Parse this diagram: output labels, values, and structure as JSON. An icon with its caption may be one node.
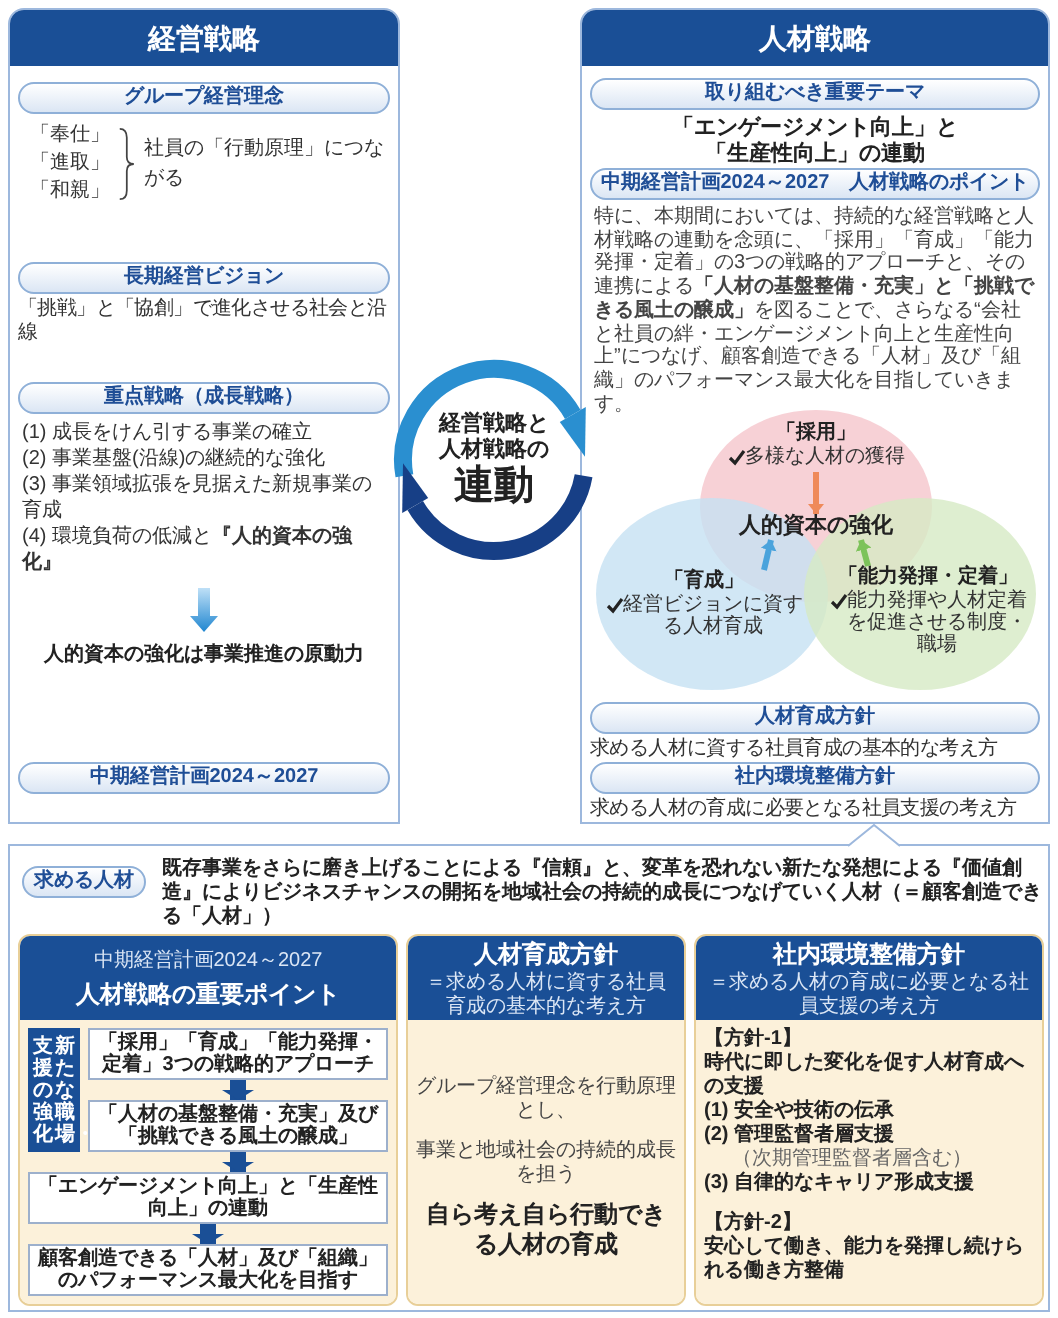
{
  "diagram": {
    "nodes": [
      {
        "text": [
          "経営戦略"
        ]
      },
      {
        "text": [
          "グループ経営理念"
        ],
        "in": 0,
        "beside": [
          "「奉仕」",
          "「進取」",
          "「和親」",
          "社員の「行動原理」につながる"
        ]
      },
      {
        "text": [
          "長期経営ビジョン"
        ],
        "in": 0,
        "beside": [
          "「挑戦」と「協創」で進化させる社会と沿線"
        ]
      },
      {
        "text": [
          "重点戦略（成長戦略）"
        ],
        "in": 0,
        "beside": [
          "(1) 成長をけん引する事業の確立",
          "(2) 事業基盤(沿線)の継続的な強化",
          "(3) 事業領域拡張を見据えた新規事業の育成",
          "(4) 環境負荷の低減と**『人的資本の強化』**",
          "人的資本の強化は事業推進の原動力"
        ]
      },
      {
        "text": [
          "中期経営計画2024～2027"
        ],
        "in": 0
      },
      {
        "text": [
          "人材戦略"
        ]
      },
      {
        "text": [
          "取り組むべき重要テーマ"
        ],
        "in": 5,
        "beside": [
          "「エンゲージメント向上」と「生産性向上」の連動"
        ]
      },
      {
        "text": [
          "中期経営計画2024～2027　人材戦略のポイント"
        ],
        "in": 5,
        "beside": [
          "特に、本期間においては、持続的な経営戦略と人材戦略の連動を念頭に、「採用」「育成」「能力発揮・定着」の3つの戦略的アプローチと、その連携による**「人材の基盤整備・充実」と「挑戦できる風土の醸成」**を図ることで、さらなる“会社と社員の絆・エンゲージメント向上と生産性向上”につなげ、顧客創造できる「人材」及び「組織」のパフォーマンス最大化を目指していきます。"
        ]
      },
      {
        "text": [
          "「採用」",
          "多様な人材の獲得"
        ],
        "in": 5
      },
      {
        "text": [
          "「育成」",
          "経営ビジョンに資する人材育成"
        ],
        "in": 5
      },
      {
        "text": [
          "「能力発揮・定着」",
          "能力発揮や人材定着を促進させる制度・職場"
        ],
        "in": 5
      },
      {
        "text": [
          "人材育成方針"
        ],
        "in": 5,
        "beside": [
          "求める人材に資する社員育成の基本的な考え方"
        ]
      },
      {
        "text": [
          "社内環境整備方針"
        ],
        "in": 5,
        "beside": [
          "求める人材の育成に必要となる社員支援の考え方"
        ]
      },
      {
        "text": [
          "経営戦略と人材戦略の",
          "連動"
        ]
      },
      {
        "text": [],
        "shape": "box"
      },
      {
        "text": [
          "求める人材"
        ],
        "in": 14,
        "beside": [
          "既存事業をさらに磨き上げることによる『信頼』と、変革を恐れない新たな発想による『価値創造』によりビジネスチャンスの開拓を地域社会の持続的成長につなげていく人材（＝顧客創造できる「人材」）"
        ]
      },
      {
        "text": [
          "中期経営計画2024～2027",
          "人材戦略の重要ポイント"
        ],
        "in": 14
      },
      {
        "text": [
          "支援の強化",
          "新たな職場・"
        ],
        "in": 16
      },
      {
        "text": [
          "「採用」「育成」「能力発揮・定着」3つの戦略的アプローチ"
        ],
        "in": 16
      },
      {
        "text": [
          "「人材の基盤整備・充実」及び「挑戦できる風土の醸成」"
        ],
        "in": 16
      },
      {
        "text": [
          "「エンゲージメント向上」と「生産性向上」の連動"
        ],
        "in": 16
      },
      {
        "text": [
          "顧客創造できる「人材」及び「組織」のパフォーマンス最大化を目指す"
        ],
        "in": 16
      },
      {
        "text": [
          "人材育成方針",
          "＝求める人材に資する社員育成の基本的な考え方",
          "グループ経営理念を行動原理とし、",
          "事業と地域社会の持続的成長を担う",
          "自ら考え自ら行動できる人材の育成"
        ],
        "in": 14
      },
      {
        "text": [
          "社内環境整備方針",
          "＝求める人材の育成に必要となる社員支援の考え方",
          "【方針-1】",
          "時代に即した変化を促す人材育成への支援",
          "(1) 安全や技術の伝承",
          "(2) 管理監督者層支援",
          "（次期管理監督者層含む）",
          "(3) 自律的なキャリア形成支援",
          "【方針-2】",
          "安心して働き、能力を発揮し続けられる働き方整備"
        ],
        "in": 14
      },
      {
        "text": [
          "人的資本の強化"
        ],
        "in": 5
      }
    ],
    "edges": [
      {
        "from": 18,
        "to": 19,
        "arrow": "to",
        "style": "thick"
      },
      {
        "from": 19,
        "to": 20,
        "arrow": "to",
        "style": "thick"
      },
      {
        "from": 20,
        "to": 21,
        "arrow": "to",
        "style": "thick"
      },
      {
        "from": 8,
        "to": 24,
        "arrow": "to",
        "color": "#ef8a5a"
      },
      {
        "from": 9,
        "to": 24,
        "arrow": "to",
        "color": "#4aa3dc"
      },
      {
        "from": 10,
        "to": 24,
        "arrow": "to",
        "color": "#7cc35a"
      }
    ]
  }
}
